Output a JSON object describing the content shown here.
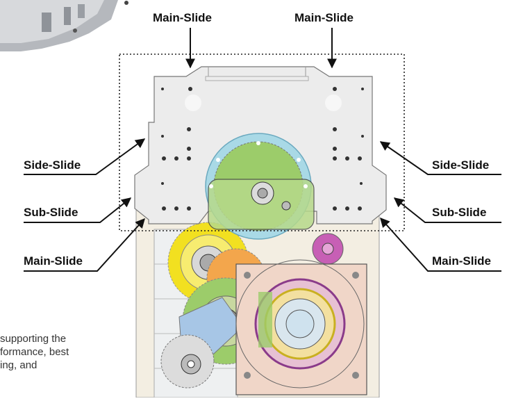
{
  "labels": {
    "main_slide_top_left": "Main-Slide",
    "main_slide_top_right": "Main-Slide",
    "side_slide_left": "Side-Slide",
    "side_slide_right": "Side-Slide",
    "sub_slide_left": "Sub-Slide",
    "sub_slide_right": "Sub-Slide",
    "main_slide_left": "Main-Slide",
    "main_slide_right": "Main-Slide"
  },
  "body_text": {
    "line1": "supporting the",
    "line2": "formance, best",
    "line3": "ing, and"
  },
  "colors": {
    "plate": "#ececec",
    "gear_blue": "#a9d9e6",
    "gear_green": "#9ccc6a",
    "gear_yellow": "#f2e020",
    "gear_magenta": "#c75fb5",
    "gear_orange": "#f3a64c",
    "block_peach": "#f0d6c8",
    "gear_lightblue": "#a7c6e6"
  }
}
